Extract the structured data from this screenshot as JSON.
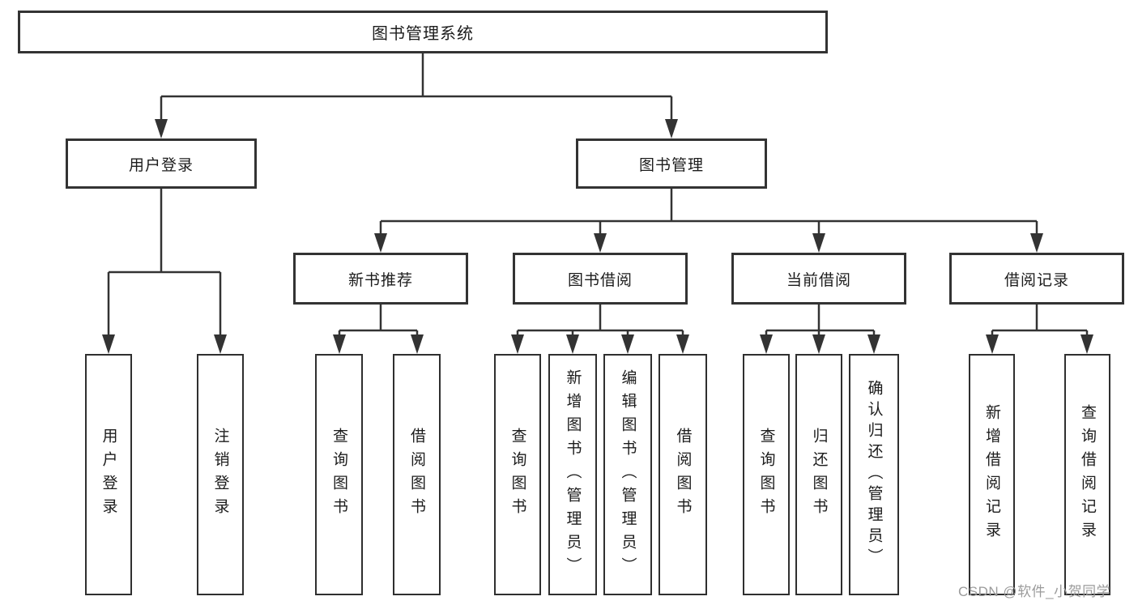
{
  "diagram": {
    "type": "hierarchy-tree",
    "direction": "top-down",
    "tree": {
      "label": "图书管理系统",
      "children": [
        {
          "label": "用户登录",
          "children": [
            {
              "label": "用户登录"
            },
            {
              "label": "注销登录"
            }
          ]
        },
        {
          "label": "图书管理",
          "children": [
            {
              "label": "新书推荐",
              "children": [
                {
                  "label": "查询图书"
                },
                {
                  "label": "借阅图书"
                }
              ]
            },
            {
              "label": "图书借阅",
              "children": [
                {
                  "label": "查询图书"
                },
                {
                  "label": "新增图书（管理员）"
                },
                {
                  "label": "编辑图书（管理员）"
                },
                {
                  "label": "借阅图书"
                }
              ]
            },
            {
              "label": "当前借阅",
              "children": [
                {
                  "label": "查询图书"
                },
                {
                  "label": "归还图书"
                },
                {
                  "label": "确认归还（管理员）"
                }
              ]
            },
            {
              "label": "借阅记录",
              "children": [
                {
                  "label": "新增借阅记录"
                },
                {
                  "label": "查询借阅记录"
                }
              ]
            }
          ]
        }
      ]
    }
  },
  "watermark": "CSDN @软件_小贺同学",
  "colors": {
    "line": "#333333",
    "box_border": "#333333",
    "text": "#1c1c1c",
    "watermark": "#9b9b9b",
    "background": "#ffffff"
  }
}
